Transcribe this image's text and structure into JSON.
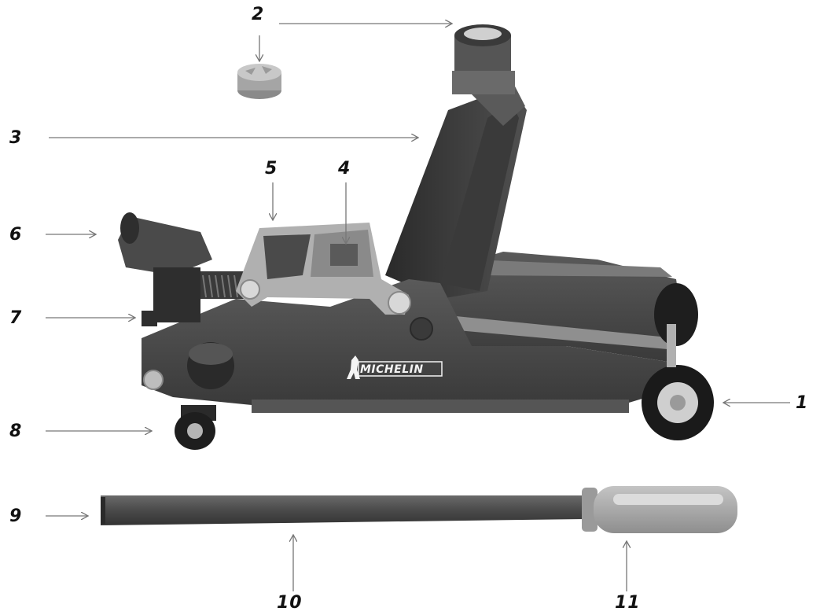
{
  "callouts": [
    {
      "id": "1",
      "label": "1"
    },
    {
      "id": "2",
      "label": "2"
    },
    {
      "id": "3",
      "label": "3"
    },
    {
      "id": "4",
      "label": "4"
    },
    {
      "id": "5",
      "label": "5"
    },
    {
      "id": "6",
      "label": "6"
    },
    {
      "id": "7",
      "label": "7"
    },
    {
      "id": "8",
      "label": "8"
    },
    {
      "id": "9",
      "label": "9"
    },
    {
      "id": "10",
      "label": "10"
    },
    {
      "id": "11",
      "label": "11"
    }
  ],
  "brand": {
    "logo_text": "MICHELIN"
  },
  "colors": {
    "body": "#4a4a4a",
    "body_dark": "#2e2e2e",
    "arm_light": "#9a9a9a",
    "handle": "#a8a8a8",
    "wheel": "#1e1e1e",
    "line": "#777777"
  }
}
